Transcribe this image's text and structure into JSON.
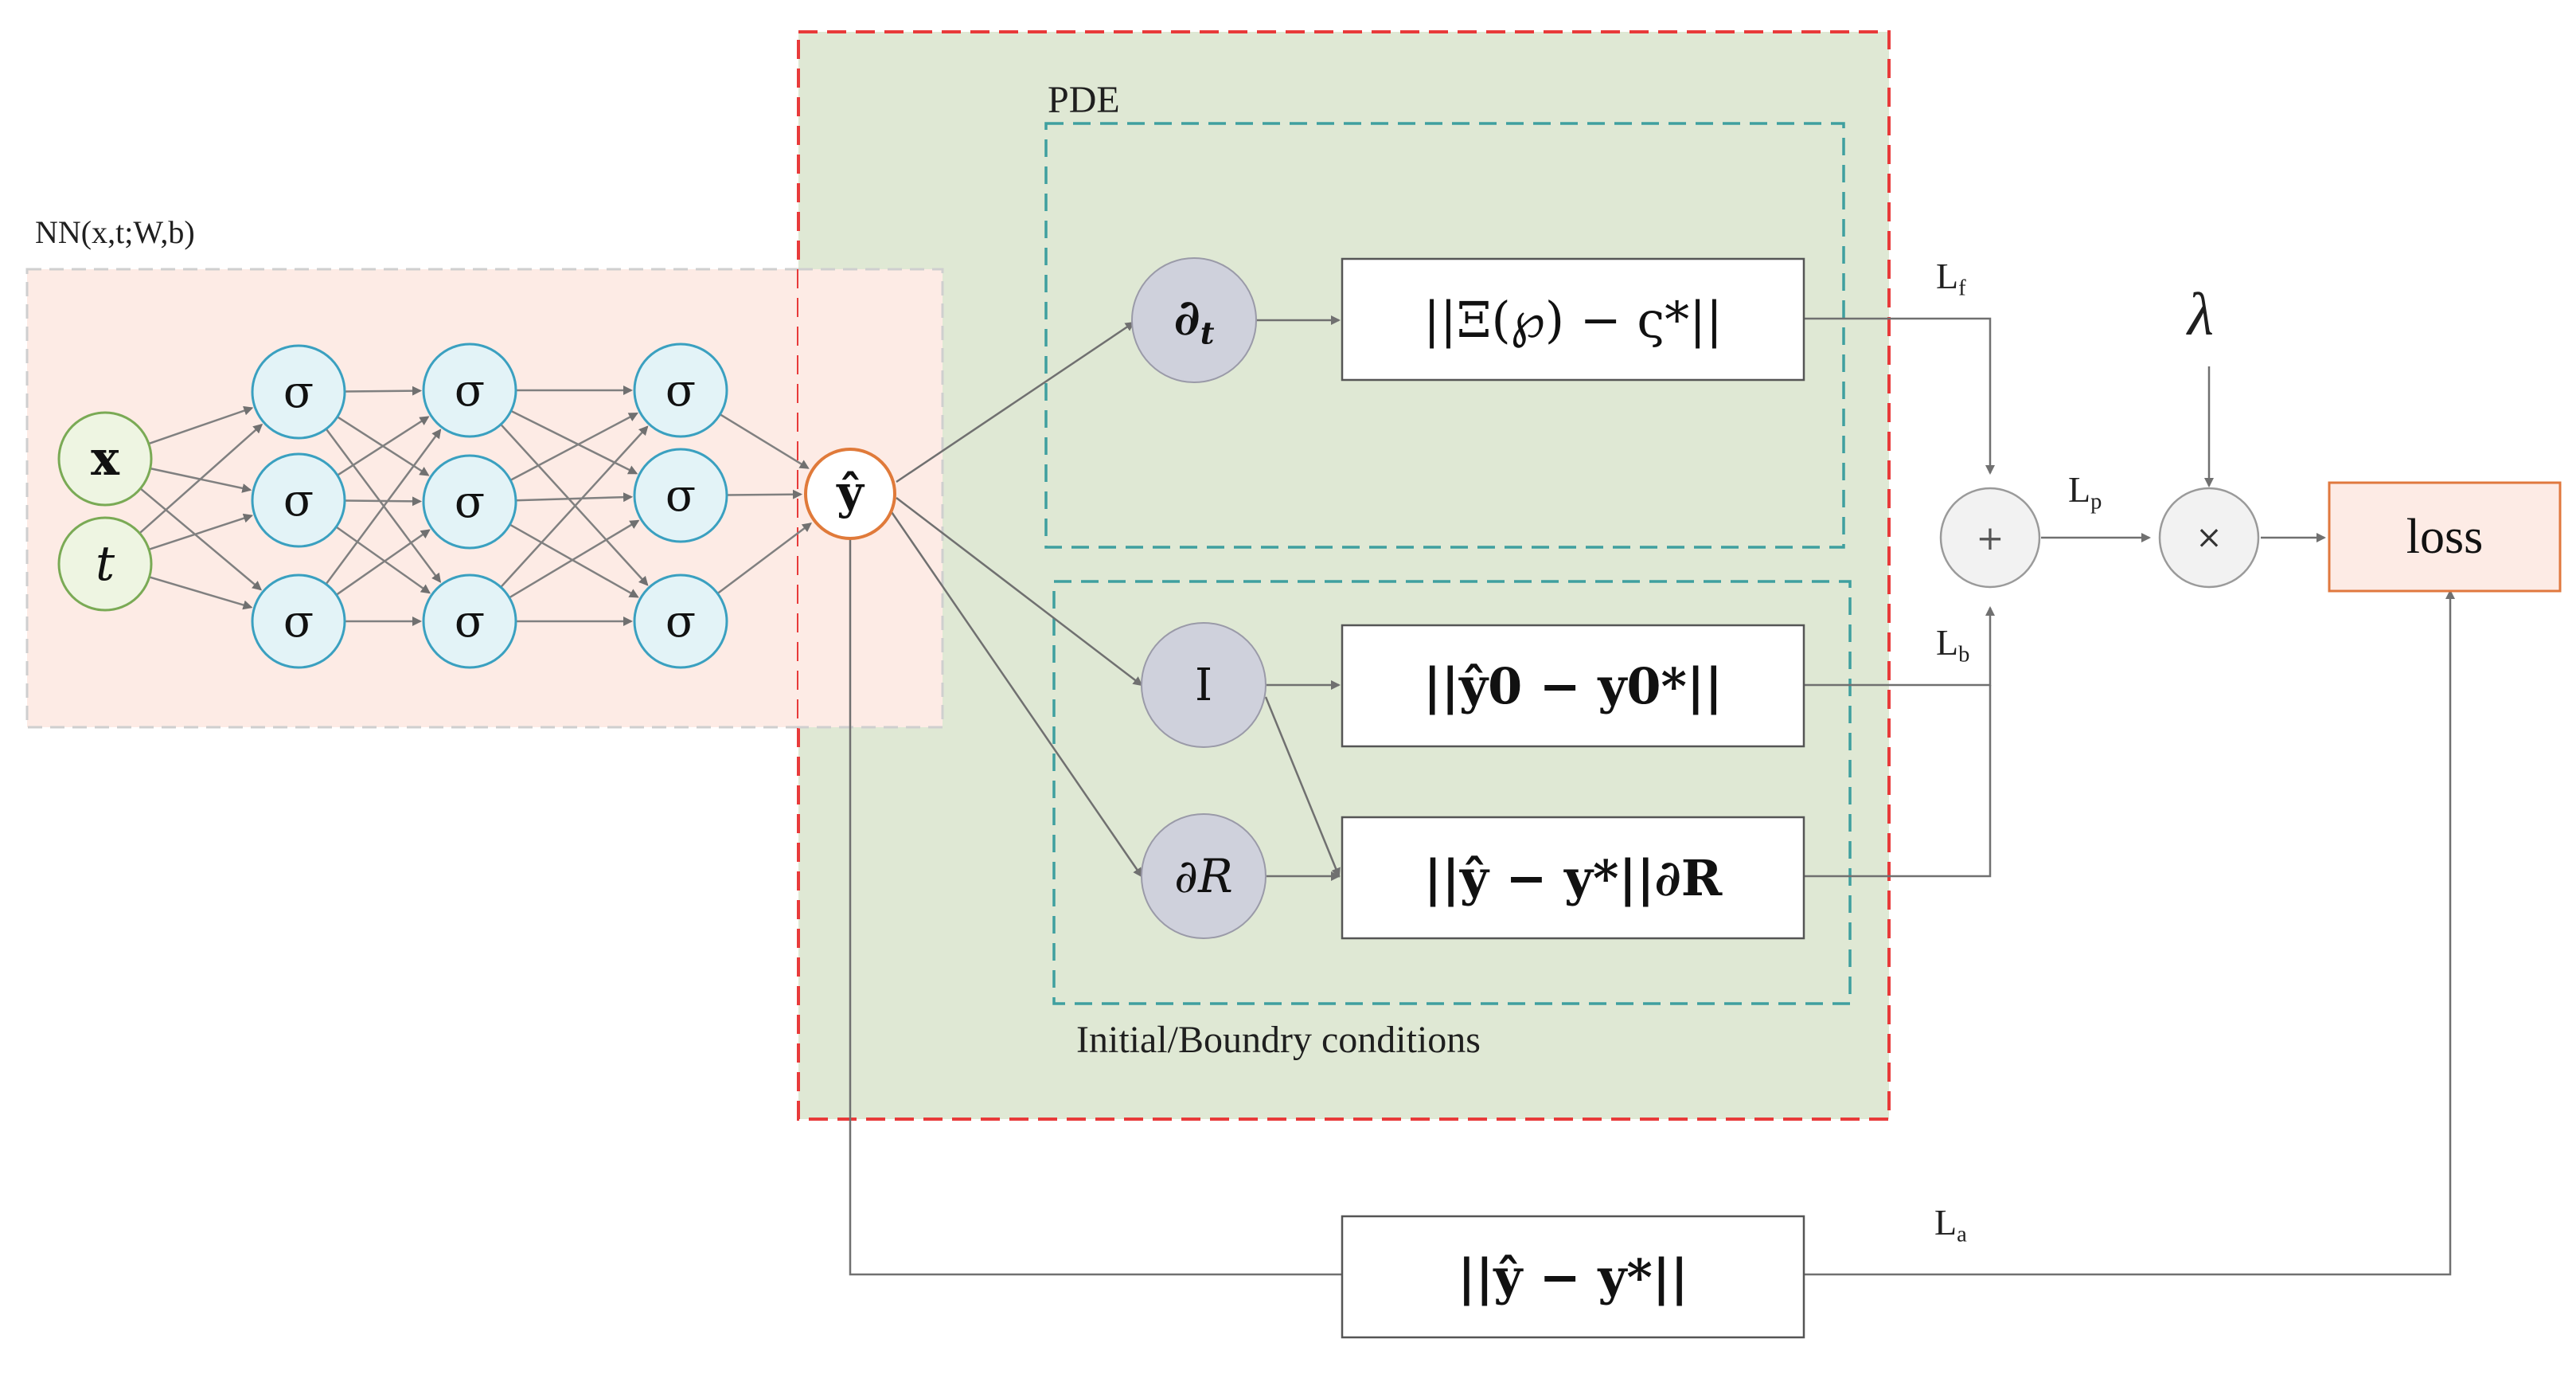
{
  "nn_label": "NN(x,t;W,b)",
  "inputs": [
    "x",
    "t"
  ],
  "hidden_layers": [
    [
      "σ",
      "σ",
      "σ"
    ],
    [
      "σ",
      "σ",
      "σ"
    ],
    [
      "σ",
      "σ",
      "σ"
    ]
  ],
  "output_node": "ŷ",
  "pde_title": "PDE",
  "pde_operator": "∂t",
  "pde_residual": "||Ξ(℘) − ς*||",
  "ic_operator": "I",
  "ic_residual": "||ŷ0 − y0*||",
  "bc_operator": "∂R",
  "bc_residual": "||ŷ − y*||∂R",
  "ibc_title": "Initial/Boundry  conditions",
  "data_residual": "||ŷ − y*||",
  "loss_labels": {
    "lf": "L",
    "lf_sub": "f",
    "lb": "L",
    "lb_sub": "b",
    "lp": "L",
    "lp_sub": "p",
    "la": "L",
    "la_sub": "a"
  },
  "lambda": "λ",
  "plus": "+",
  "times": "×",
  "loss_box": "loss",
  "colors": {
    "nn_panel_fill": "#fdebe5",
    "physics_panel_fill": "#dfe8d4",
    "physics_panel_border": "#e83a3a",
    "dashed_teal": "#3f9f9f",
    "hidden_node_fill": "#e3f3f7",
    "hidden_node_stroke": "#3aa0c0",
    "input_node_fill": "#eef5e2",
    "input_node_stroke": "#7aaa55",
    "output_node_stroke": "#e07a3a",
    "operator_node_fill": "#cfd1dc",
    "loss_box_fill": "#fdebe5",
    "loss_box_stroke": "#e0783e",
    "edge": "#707070"
  }
}
